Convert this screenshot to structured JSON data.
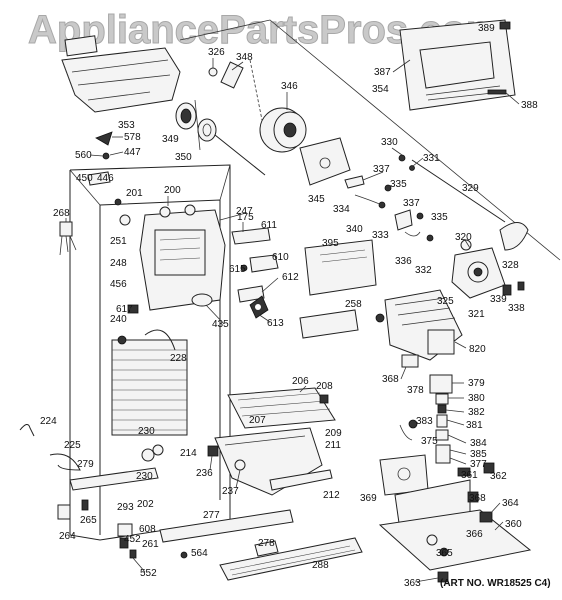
{
  "watermark": "AppliancePartsPros.com",
  "art_number": "(ART NO. WR18525 C4)",
  "part_numbers": {
    "p389": "389",
    "p353": "353",
    "p326": "326",
    "p348": "348",
    "p346": "346",
    "p387": "387",
    "p388": "388",
    "p354": "354",
    "p578": "578",
    "p447": "447",
    "p349": "349",
    "p350": "350",
    "p560": "560",
    "p446": "446",
    "p450": "450",
    "p201": "201",
    "p200": "200",
    "p247": "247",
    "p330": "330",
    "p331": "331",
    "p345": "345",
    "p337a": "337",
    "p335a": "335",
    "p329": "329",
    "p268": "268",
    "p251": "251",
    "p175": "175",
    "p611": "611",
    "p334": "334",
    "p340": "340",
    "p333": "333",
    "p337b": "337",
    "p335b": "335",
    "p395": "395",
    "p336": "336",
    "p332": "332",
    "p320": "320",
    "p328": "328",
    "p248": "248",
    "p610": "610",
    "p615": "615",
    "p612": "612",
    "p456": "456",
    "p617": "617",
    "p258": "258",
    "p325": "325",
    "p339": "339",
    "p338": "338",
    "p321": "321",
    "p240": "240",
    "p435": "435",
    "p613": "613",
    "p820": "820",
    "p228": "228",
    "p368a": "368",
    "p206": "206",
    "p208": "208",
    "p378": "378",
    "p379": "379",
    "p380": "380",
    "p207": "207",
    "p382": "382",
    "p224": "224",
    "p383": "383",
    "p381": "381",
    "p209": "209",
    "p230a": "230",
    "p211": "211",
    "p375": "375",
    "p384": "384",
    "p225": "225",
    "p214": "214",
    "p385": "385",
    "p377": "377",
    "p236": "236",
    "p279": "279",
    "p230b": "230",
    "p361": "361",
    "p362": "362",
    "p237": "237",
    "p212": "212",
    "p369": "369",
    "p368b": "368",
    "p364": "364",
    "p202": "202",
    "p293": "293",
    "p265": "265",
    "p277": "277",
    "p264": "264",
    "p360": "360",
    "p608": "608",
    "p452": "452",
    "p261": "261",
    "p278": "278",
    "p564": "564",
    "p366": "366",
    "p365": "365",
    "p552": "552",
    "p288": "288",
    "p363": "363"
  }
}
